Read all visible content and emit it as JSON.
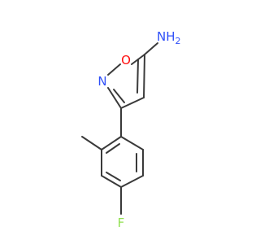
{
  "molecule": {
    "atoms": {
      "o1": {
        "symbol": "O",
        "color": "#ff0d0d"
      },
      "n2": {
        "symbol": "N",
        "color": "#3050f8"
      },
      "nh2": {
        "symbol": "NH",
        "subscript": "2",
        "color": "#3050f8"
      },
      "f": {
        "symbol": "F",
        "color": "#90e050"
      }
    },
    "bond_color": "#3a3a3a"
  }
}
